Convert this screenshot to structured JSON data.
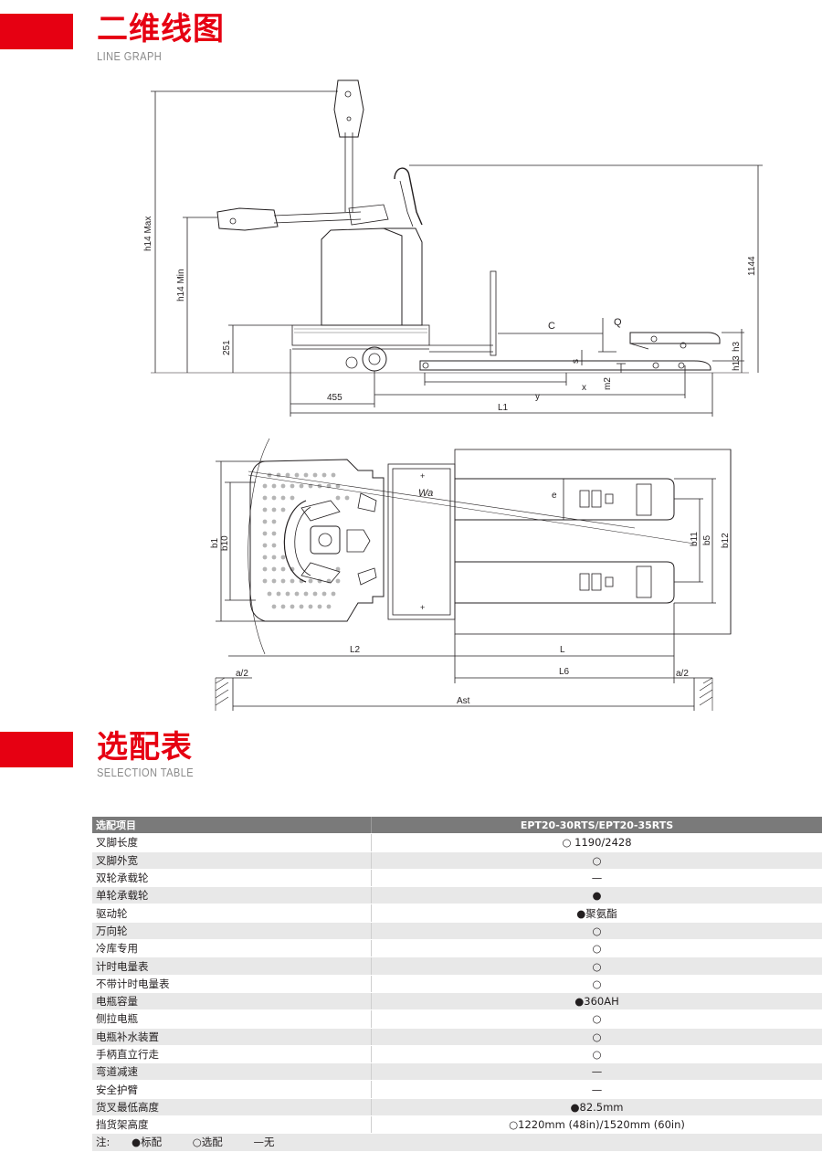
{
  "section1": {
    "title": "二维线图",
    "subtitle": "LINE GRAPH"
  },
  "section2": {
    "title": "选配表",
    "subtitle": "SELECTION TABLE"
  },
  "colors": {
    "accent": "#e60012",
    "table_header": "#7a7a7a",
    "row_shade": "#e8e8e8"
  },
  "drawing": {
    "side_labels": {
      "h14max": "h14 Max",
      "h14min": "h14 Min",
      "d251": "251",
      "d1144": "1144",
      "c": "C",
      "q": "Q",
      "h3": "h3",
      "h13": "h13",
      "s": "s",
      "x": "x",
      "m2": "m2",
      "y": "y",
      "d455": "455",
      "l1": "L1"
    },
    "top_labels": {
      "wa": "Wa",
      "e": "e",
      "b1": "b1",
      "b10": "b10",
      "b11": "b11",
      "b5": "b5",
      "b12": "b12",
      "l2": "L2",
      "l": "L",
      "l6": "L6",
      "a2_left": "a/2",
      "a2_right": "a/2",
      "ast": "Ast"
    }
  },
  "table": {
    "header": {
      "item": "选配项目",
      "model": "EPT20-30RTS/EPT20-35RTS"
    },
    "rows": [
      {
        "item": "叉脚长度",
        "value": "○ 1190/2428"
      },
      {
        "item": "叉脚外宽",
        "value": "○"
      },
      {
        "item": "双轮承载轮",
        "value": "—"
      },
      {
        "item": "单轮承载轮",
        "value": "●"
      },
      {
        "item": "驱动轮",
        "value": "●聚氨酯"
      },
      {
        "item": "万向轮",
        "value": "○"
      },
      {
        "item": "冷库专用",
        "value": "○"
      },
      {
        "item": "计时电量表",
        "value": "○"
      },
      {
        "item": "不带计时电量表",
        "value": "○"
      },
      {
        "item": "电瓶容量",
        "value": "●360AH"
      },
      {
        "item": "侧拉电瓶",
        "value": "○"
      },
      {
        "item": "电瓶补水装置",
        "value": "○"
      },
      {
        "item": "手柄直立行走",
        "value": "○"
      },
      {
        "item": "弯道减速",
        "value": "—"
      },
      {
        "item": "安全护臂",
        "value": "—"
      },
      {
        "item": "货叉最低高度",
        "value": "●82.5mm"
      },
      {
        "item": "挡货架高度",
        "value": "○1220mm (48in)/1520mm (60in)"
      }
    ],
    "note": {
      "label": "注:",
      "standard": "●标配",
      "optional": "○选配",
      "none": "—无"
    }
  }
}
